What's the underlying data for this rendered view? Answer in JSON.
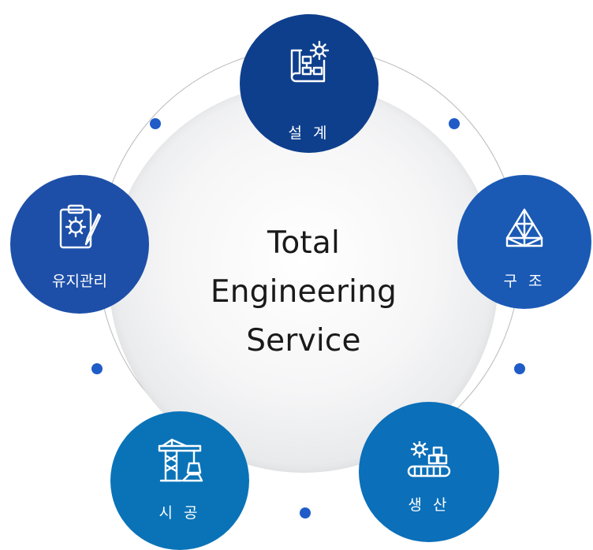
{
  "center": {
    "line1": "Total",
    "line2": "Engineering",
    "line3": "Service"
  },
  "nodes": {
    "design": {
      "label": "설 계",
      "icon": "blueprint-gear-icon",
      "color": "#0e3f8d"
    },
    "structure": {
      "label": "구 조",
      "icon": "truss-structure-icon",
      "color": "#1a5ab5"
    },
    "production": {
      "label": "생 산",
      "icon": "conveyor-gear-icon",
      "color": "#0b6fb9"
    },
    "construction": {
      "label": "시 공",
      "icon": "tower-crane-icon",
      "color": "#0a73b8"
    },
    "maintenance": {
      "label": "유지관리",
      "icon": "clipboard-wrench-gear-icon",
      "color": "#1d4fa8"
    }
  },
  "accent_dot_color": "#1f5cc8",
  "ring_color": "#b9b9b9"
}
